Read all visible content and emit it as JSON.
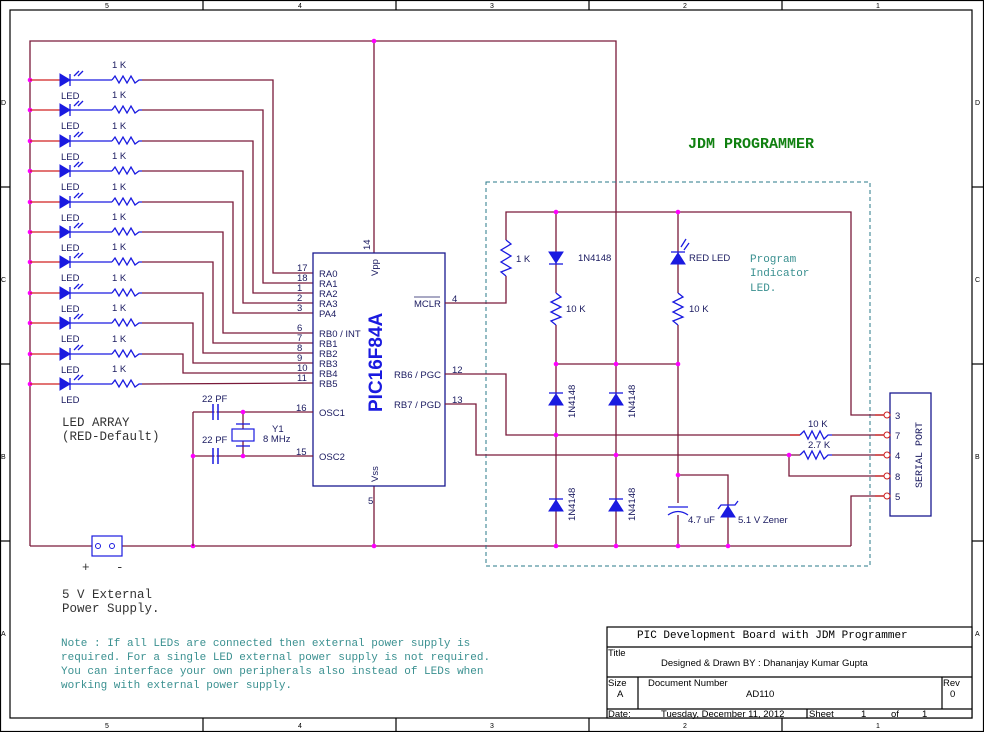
{
  "frame": {
    "columns": [
      "5",
      "4",
      "3",
      "2",
      "1"
    ],
    "rows": [
      "D",
      "C",
      "B",
      "A"
    ]
  },
  "led_array": {
    "resistor_label": "1 K",
    "led_label": "LED",
    "caption_line1": "LED ARRAY",
    "caption_line2": "(RED-Default)"
  },
  "mcu": {
    "part": "PIC16F84A",
    "vpp": "Vpp",
    "vss": "Vss",
    "vpp_pin": "14",
    "vss_pin": "5",
    "left_pins": [
      {
        "num": "17",
        "label": "RA0"
      },
      {
        "num": "18",
        "label": "RA1"
      },
      {
        "num": "1",
        "label": "RA2"
      },
      {
        "num": "2",
        "label": "RA3"
      },
      {
        "num": "3",
        "label": "PA4"
      },
      {
        "num": "6",
        "label": "RB0 / INT"
      },
      {
        "num": "7",
        "label": "RB1"
      },
      {
        "num": "8",
        "label": "RB2"
      },
      {
        "num": "9",
        "label": "RB3"
      },
      {
        "num": "10",
        "label": "RB4"
      },
      {
        "num": "11",
        "label": "RB5"
      }
    ],
    "osc1": {
      "num": "16",
      "label": "OSC1"
    },
    "osc2": {
      "num": "15",
      "label": "OSC2"
    },
    "mclr": {
      "num": "4",
      "label": "MCLR"
    },
    "pgc": {
      "num": "12",
      "label": "RB6 / PGC"
    },
    "pgd": {
      "num": "13",
      "label": "RB7 / PGD"
    }
  },
  "oscillator": {
    "cap1": "22 PF",
    "cap2": "22 PF",
    "crystal": "Y1",
    "freq": "8 MHz"
  },
  "power": {
    "plus": "+",
    "minus": "-",
    "caption_line1": "5 V External",
    "caption_line2": "Power Supply."
  },
  "note": [
    "Note : If all LEDs are connected then external power supply is",
    "required. For a single LED external power supply is not required.",
    "You can interface your own peripherals also instead of LEDs when",
    "working with external power supply."
  ],
  "programmer": {
    "title": "JDM  PROGRAMMER",
    "r_mclr": "1 K",
    "d_top": "1N4148",
    "r_top": "10 K",
    "red_led": "RED LED",
    "r_led": "10 K",
    "d_mid1": "1N4148",
    "d_mid2": "1N4148",
    "d_bot1": "1N4148",
    "d_bot2": "1N4148",
    "cap": "4.7 uF",
    "zener": "5.1 V Zener",
    "r_pin7": "10 K",
    "r_pin4": "2.7 K",
    "indicator": [
      "Program",
      "Indicator",
      "LED."
    ],
    "serial_label": "SERIAL PORT",
    "serial_pins": [
      "3",
      "7",
      "4",
      "8",
      "5"
    ]
  },
  "title_block": {
    "project": "PIC Development Board with JDM Programmer",
    "title_label": "Title",
    "designer": "Designed & Drawn  BY  :  Dhananjay Kumar Gupta",
    "size_label": "Size",
    "size": "A",
    "docnum_label": "Document Number",
    "docnum": "AD110",
    "rev_label": "Rev",
    "rev": "0",
    "date_label": "Date:",
    "date": "Tuesday, December 11, 2012",
    "sheet_label": "Sheet",
    "sheet": "1",
    "of_label": "of",
    "sheets": "1"
  }
}
